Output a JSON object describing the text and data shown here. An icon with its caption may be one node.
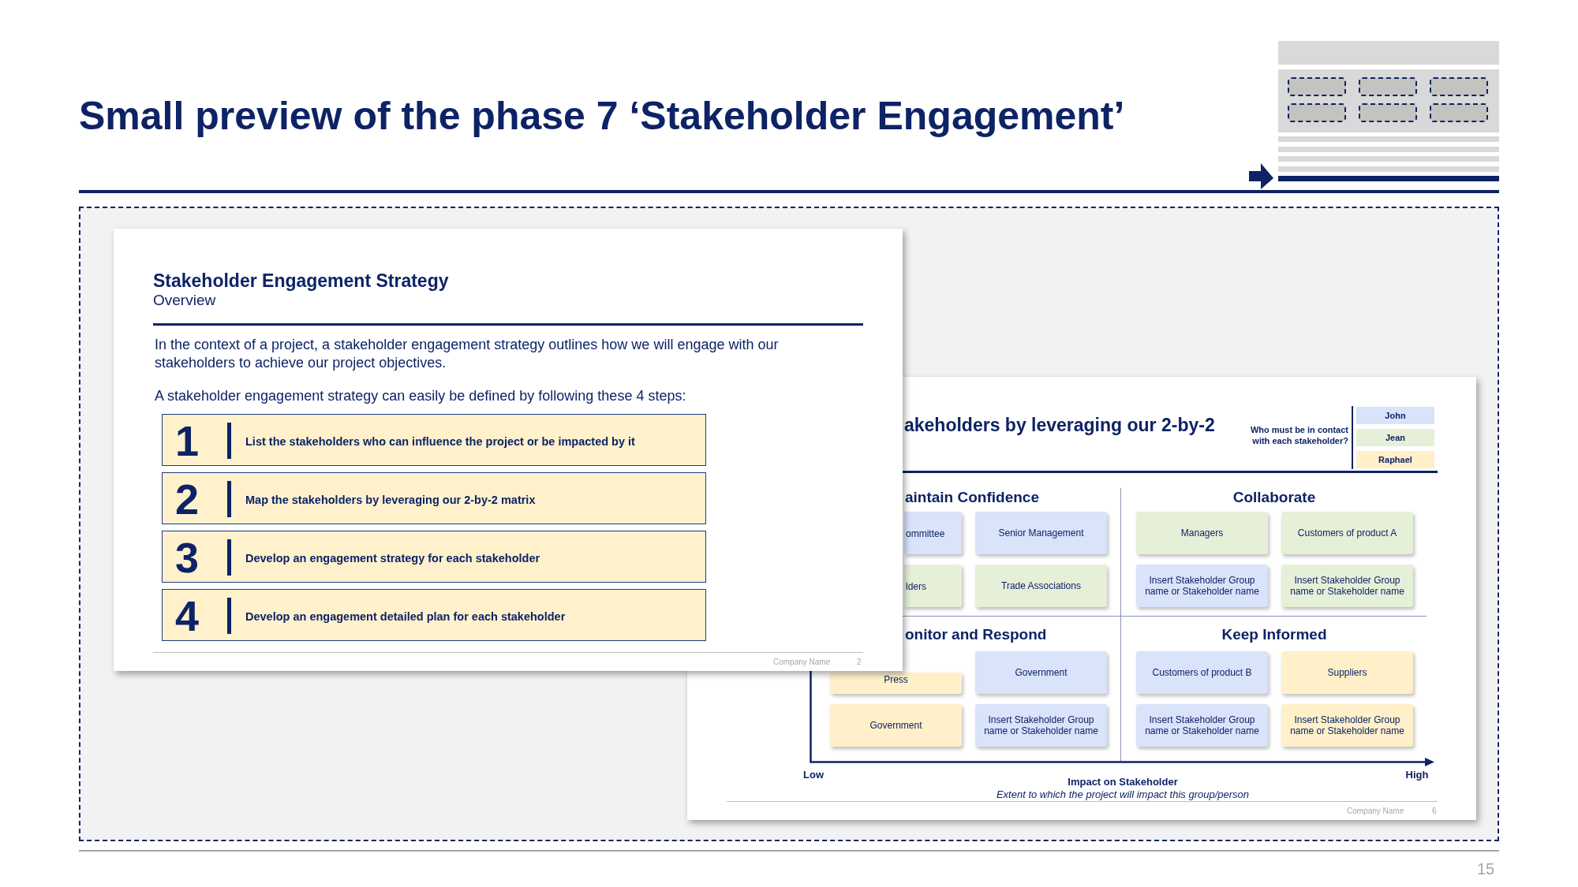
{
  "diagram": {
    "title": "Small preview of the phase 7 ‘Stakeholder Engagement’",
    "nodes": [
      {
        "text": [
          "1",
          "List the stakeholders who can influence the project or be impacted by it"
        ]
      },
      {
        "text": [
          "2",
          "Map the stakeholders by leveraging our 2-by-2 matrix"
        ]
      },
      {
        "text": [
          "3",
          "Develop an engagement strategy for each stakeholder"
        ]
      },
      {
        "text": [
          "4",
          "Develop an engagement detailed plan for each stakeholder"
        ]
      },
      {
        "text": [
          "ommittee"
        ]
      },
      {
        "text": [
          "Senior Management"
        ]
      },
      {
        "text": [
          "Managers"
        ]
      },
      {
        "text": [
          "Customers of product A"
        ]
      },
      {
        "text": [
          "lders"
        ]
      },
      {
        "text": [
          "Trade Associations"
        ]
      },
      {
        "text": [
          "Insert Stakeholder Group name or Stakeholder name"
        ]
      },
      {
        "text": [
          "Insert Stakeholder Group name or Stakeholder name"
        ]
      },
      {
        "text": [
          "Press"
        ]
      },
      {
        "text": [
          "Government"
        ]
      },
      {
        "text": [
          "Customers of product B"
        ]
      },
      {
        "text": [
          "Suppliers"
        ]
      },
      {
        "text": [
          "Government"
        ]
      },
      {
        "text": [
          "Insert Stakeholder Group name or Stakeholder name"
        ]
      },
      {
        "text": [
          "Insert Stakeholder Group name or Stakeholder name"
        ]
      },
      {
        "text": [
          "Insert Stakeholder Group name or Stakeholder name"
        ]
      }
    ],
    "edges": [],
    "labels": [
      "Stakeholder Engagement Strategy",
      "Overview",
      "In the context of a project, a stakeholder engagement strategy outlines how we will engage with our stakeholders to achieve our project objectives.",
      "A stakeholder engagement strategy can easily be defined by following these 4 steps:",
      "Company Name",
      "2",
      "akeholders by leveraging our 2-by-2",
      "Who must be in contact with each stakeholder?",
      "aintain Confidence",
      "Collaborate",
      "onitor and Respond",
      "Keep Informed",
      "Low",
      "High",
      "Impact on Stakeholder",
      "Extent to which the project will impact this group/person",
      "Company Name",
      "6",
      "15"
    ],
    "legend": [
      {
        "text": "John",
        "color": "#d9e3fa"
      },
      {
        "text": "Jean",
        "color": "#e6f0d8"
      },
      {
        "text": "Raphael",
        "color": "#fff0c9"
      }
    ]
  }
}
